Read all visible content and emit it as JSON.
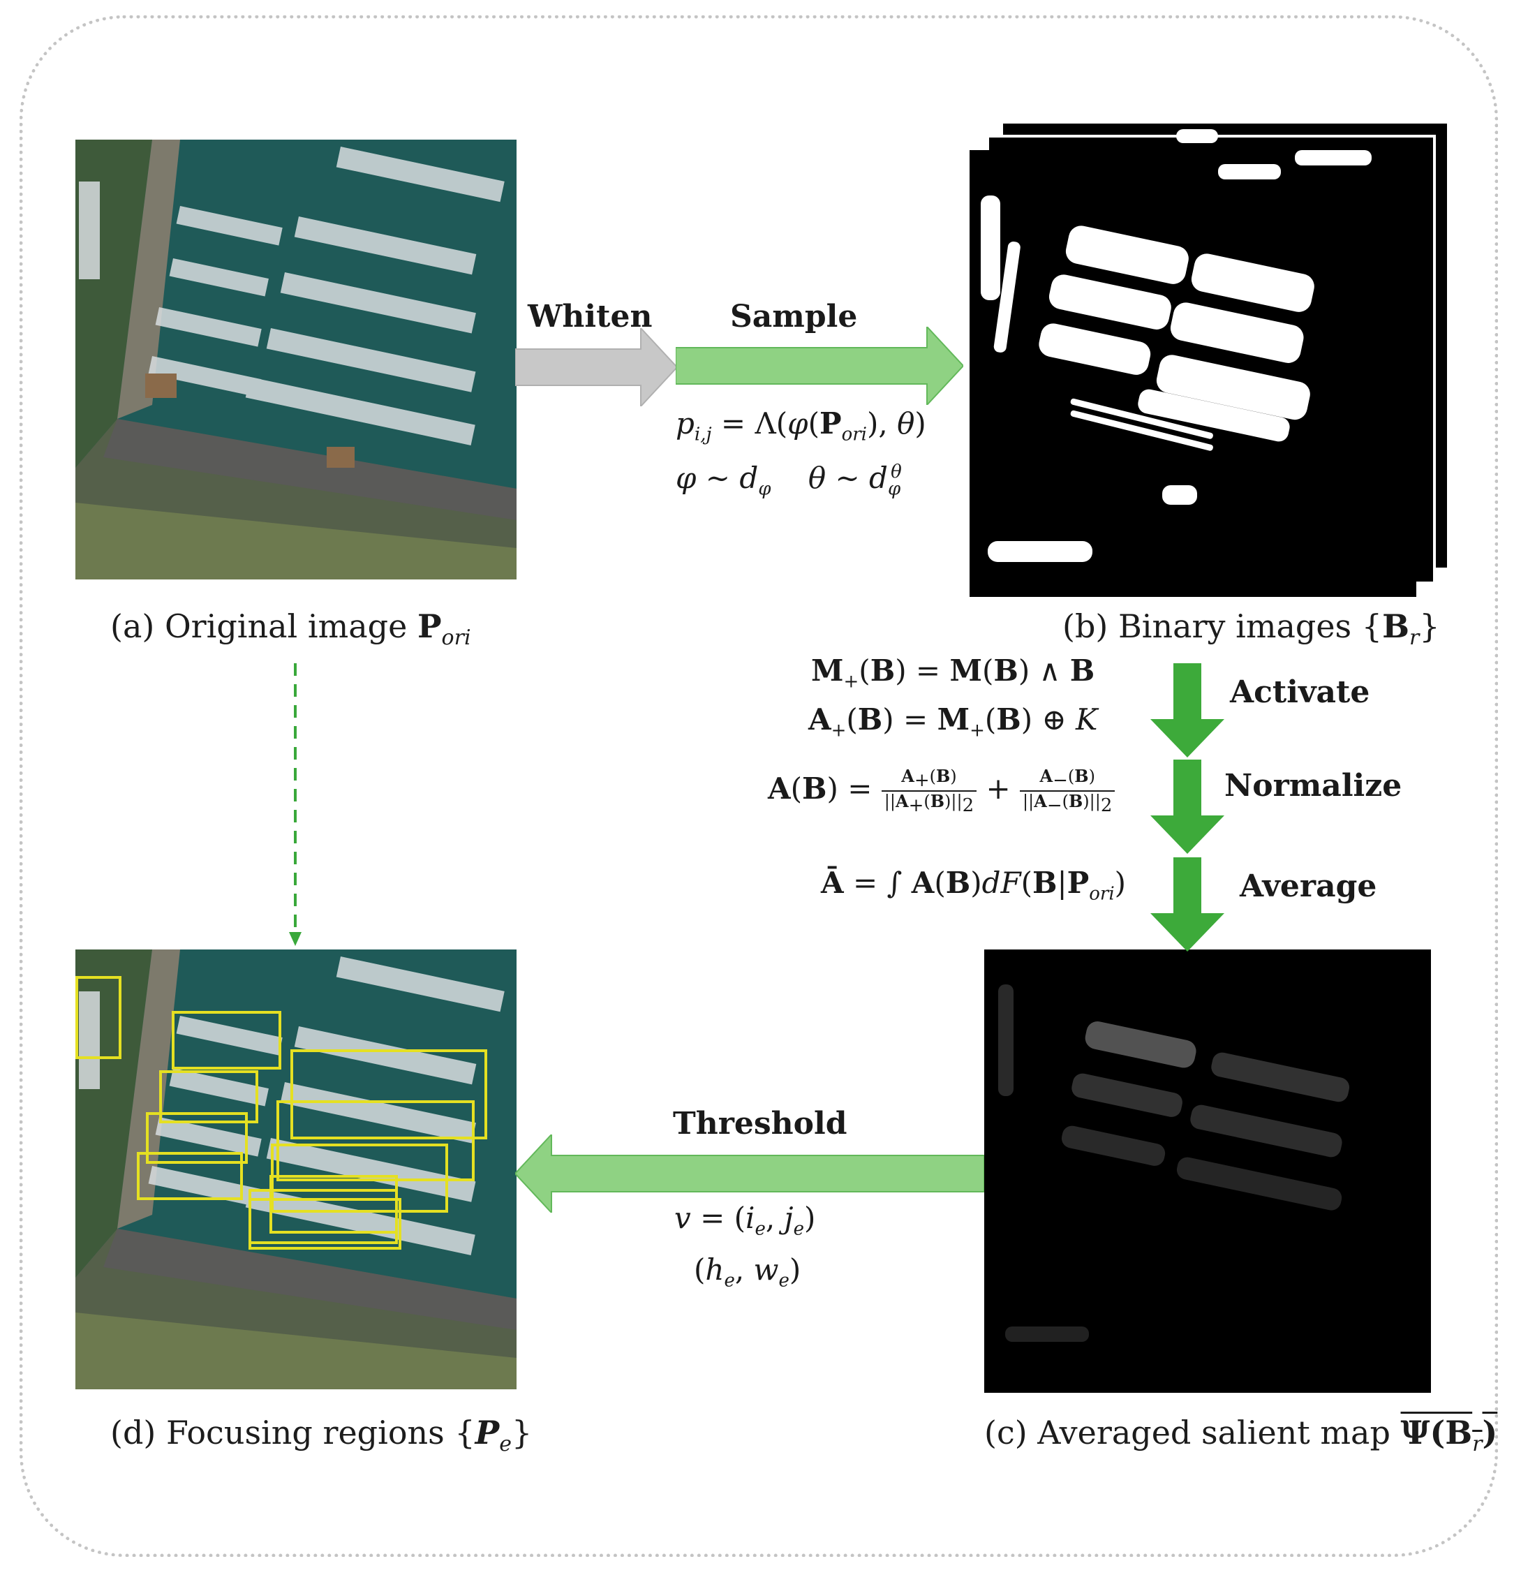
{
  "panels": {
    "a": {
      "caption_text": "(a) Original image",
      "symbol": "P",
      "subscript": "ori"
    },
    "b": {
      "caption_text": "(b) Binary images",
      "symbol_open": "{",
      "symbol": "B",
      "subscript": "r",
      "symbol_close": "}"
    },
    "c": {
      "caption_text": "(c) Averaged salient map",
      "symbol": "Ψ(B",
      "subscript": "r",
      "symbol_close": ")"
    },
    "d": {
      "caption_text": "(d) Focusing regions",
      "symbol_open": "{",
      "symbol": "P",
      "subscript": "e",
      "symbol_close": "}"
    }
  },
  "steps": {
    "whiten": "Whiten",
    "sample": "Sample",
    "activate": "Activate",
    "normalize": "Normalize",
    "average": "Average",
    "threshold": "Threshold"
  },
  "formulas": {
    "sample_eq": "p_{i,j} = Λ(φ(P_ori), θ)",
    "sample_dist": "φ ∼ d_φ    θ ∼ d_φ^θ",
    "activate_1": "M+(B) = M(B) ∧ B",
    "activate_2": "A+(B) = M+(B) ⊕ K",
    "normalize": "A(B) = A+(B)/||A+(B)||2 + A−(B)/||A−(B)||2",
    "average": "Ā = ∫ A(B)dF(B|P_ori)",
    "threshold_1": "v = (i_e, j_e)",
    "threshold_2": "(h_e, w_e)"
  },
  "colors": {
    "gray_arrow": "#c8c8c8",
    "light_green_arrow": "#8fd283",
    "dark_green_arrow": "#3daa3a",
    "dashed_arrow": "#39a83a",
    "box_yellow": "#e5e022",
    "water": "#1f5a58",
    "frame_border": "#c4c4c4"
  }
}
